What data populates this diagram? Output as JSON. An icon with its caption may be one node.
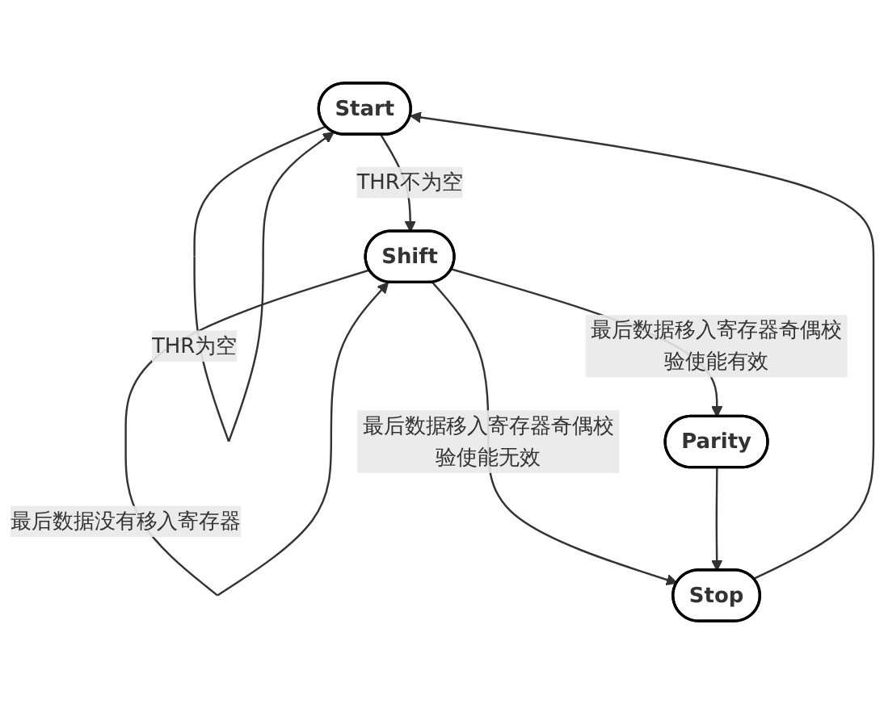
{
  "diagram": {
    "nodes": [
      {
        "text": [
          "Start"
        ]
      },
      {
        "text": [
          "Shift"
        ]
      },
      {
        "text": [
          "Parity"
        ]
      },
      {
        "text": [
          "Stop"
        ]
      }
    ],
    "edges": [
      {
        "from": 0,
        "to": 0,
        "arrow": "to",
        "label": "THR为空"
      },
      {
        "from": 0,
        "to": 1,
        "arrow": "to",
        "label": "THR不为空"
      },
      {
        "from": 1,
        "to": 1,
        "arrow": "to",
        "label": "最后数据没有移入寄存器"
      },
      {
        "from": 1,
        "to": 2,
        "arrow": "to",
        "label": "最后数据移入寄存器奇偶校验使能有效"
      },
      {
        "from": 1,
        "to": 3,
        "arrow": "to",
        "label": "最后数据移入寄存器奇偶校验使能无效"
      },
      {
        "from": 2,
        "to": 3,
        "arrow": "to"
      },
      {
        "from": 3,
        "to": 0,
        "arrow": "to"
      }
    ]
  }
}
